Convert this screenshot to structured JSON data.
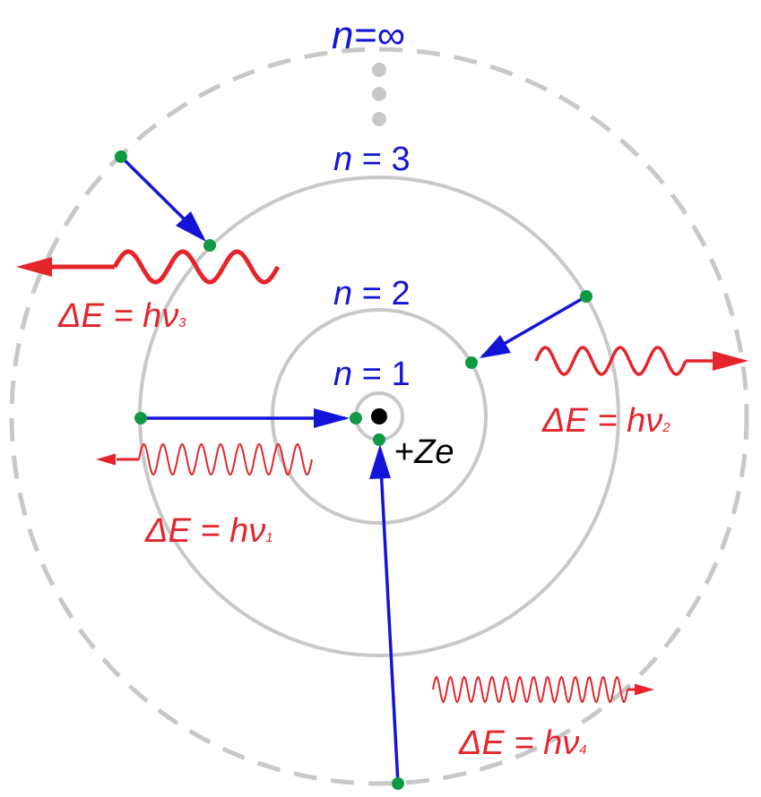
{
  "title": "Bohr model of the atom",
  "levels": [
    {
      "n_var": "n",
      "eq": " = ",
      "value": "1"
    },
    {
      "n_var": "n",
      "eq": " = ",
      "value": "2"
    },
    {
      "n_var": "n",
      "eq": " = ",
      "value": "3"
    },
    {
      "n_var": "n",
      "eq": "=",
      "value": "∞"
    }
  ],
  "nucleus_label": {
    "plus": "+",
    "text": "Ze"
  },
  "emissions": [
    {
      "delta": "ΔE",
      "eq": " = ",
      "h": "hν",
      "sub": "1"
    },
    {
      "delta": "ΔE",
      "eq": " = ",
      "h": "hν",
      "sub": "2"
    },
    {
      "delta": "ΔE",
      "eq": " = ",
      "h": "hν",
      "sub": "3"
    },
    {
      "delta": "ΔE",
      "eq": " = ",
      "h": "hν",
      "sub": "4"
    }
  ],
  "colors": {
    "orbit": "#c8c8c8",
    "electron": "#119944",
    "transition": "#1414d8",
    "photon": "#e4252b",
    "level_label": "#1414d8"
  }
}
